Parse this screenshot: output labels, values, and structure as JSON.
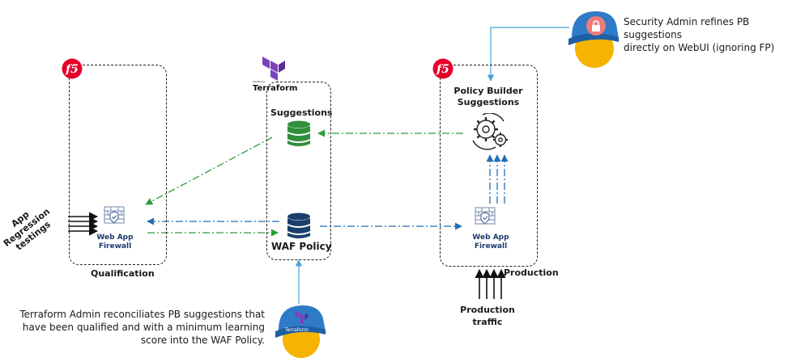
{
  "nodes": {
    "qualification": {
      "label": "Qualification",
      "waf_line1": "Web App",
      "waf_line2": "Firewall",
      "logo": "f5"
    },
    "terraform": {
      "logo_text": "Terraform",
      "logo_subtext": "HashiCorp",
      "suggestions_label": "Suggestions",
      "policy_label": "WAF Policy"
    },
    "production": {
      "label": "Production",
      "builder_line1": "Policy Builder",
      "builder_line2": "Suggestions",
      "waf_line1": "Web App",
      "waf_line2": "Firewall",
      "logo": "f5"
    }
  },
  "inputs": {
    "regression_line1": "App Regression",
    "regression_line2": "testings",
    "traffic_line1": "Production",
    "traffic_line2": "traffic"
  },
  "actors": {
    "security_admin": {
      "line1": "Security Admin refines PB suggestions",
      "line2": "directly on WebUI (ignoring FP)",
      "icon": "lock-icon"
    },
    "terraform_admin": {
      "line1": "Terraform Admin reconciliates PB suggestions  that",
      "line2": "have been qualified  and with a minimum learning",
      "line3": "score into the WAF Policy.",
      "cap_text": "Terraform",
      "icon": "terraform-icon"
    }
  },
  "colors": {
    "green_flow": "#2e9b3c",
    "blue_flow": "#1f6fb5",
    "light_blue": "#4aa3d8",
    "db_green": "#2f8f3a",
    "db_navy": "#1b3f6b",
    "cap_blue": "#2f7bc8",
    "face_yellow": "#f4b400",
    "lock_red": "#f07a7a",
    "f5_red": "#e4002b"
  }
}
